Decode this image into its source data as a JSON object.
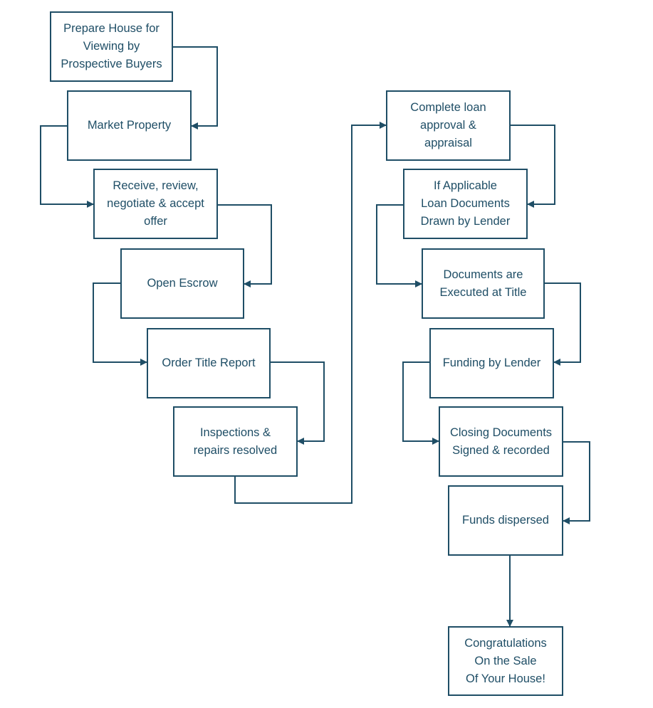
{
  "colors": {
    "stroke": "#1f4e66",
    "text": "#1f4e66",
    "background": "#ffffff"
  },
  "steps": [
    {
      "id": "prepare-house",
      "label": "Prepare House for\nViewing by\nProspective Buyers"
    },
    {
      "id": "market-property",
      "label": "Market Property"
    },
    {
      "id": "receive-offer",
      "label": "Receive, review,\nnegotiate & accept\noffer"
    },
    {
      "id": "open-escrow",
      "label": "Open Escrow"
    },
    {
      "id": "order-title-report",
      "label": "Order Title Report"
    },
    {
      "id": "inspections",
      "label": "Inspections &\nrepairs resolved"
    },
    {
      "id": "complete-loan",
      "label": "Complete loan\napproval &\nappraisal"
    },
    {
      "id": "loan-documents",
      "label": "If Applicable\nLoan Documents\nDrawn by Lender"
    },
    {
      "id": "documents-executed",
      "label": "Documents are\nExecuted at Title"
    },
    {
      "id": "funding",
      "label": "Funding by Lender"
    },
    {
      "id": "closing-documents",
      "label": "Closing Documents\nSigned & recorded"
    },
    {
      "id": "funds-dispersed",
      "label": "Funds dispersed"
    },
    {
      "id": "congratulations",
      "label": "Congratulations\nOn the Sale\nOf Your House!"
    }
  ]
}
